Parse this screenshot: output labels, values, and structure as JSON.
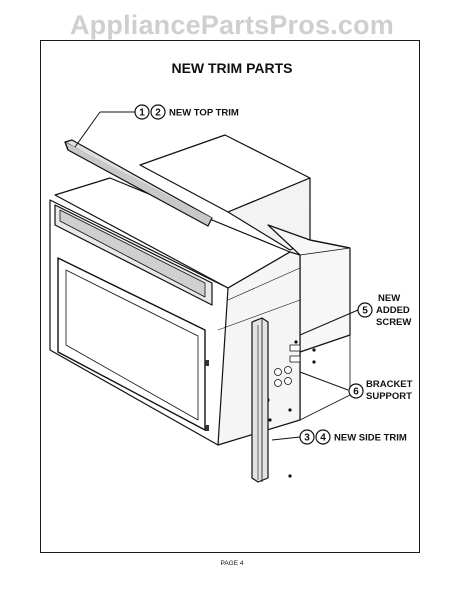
{
  "watermark": "AppliancePartsPros.com",
  "title": "NEW TRIM PARTS",
  "callouts": {
    "top_trim": {
      "numbers": [
        "1",
        "2"
      ],
      "label": "NEW TOP TRIM"
    },
    "added_screw": {
      "number": "5",
      "label_lines": [
        "NEW",
        "ADDED",
        "SCREW"
      ]
    },
    "bracket_support": {
      "number": "6",
      "label_lines": [
        "BRACKET",
        "SUPPORT"
      ]
    },
    "side_trim": {
      "numbers": [
        "3",
        "4"
      ],
      "label": "NEW SIDE TRIM"
    }
  },
  "footer": "PAGE 4"
}
